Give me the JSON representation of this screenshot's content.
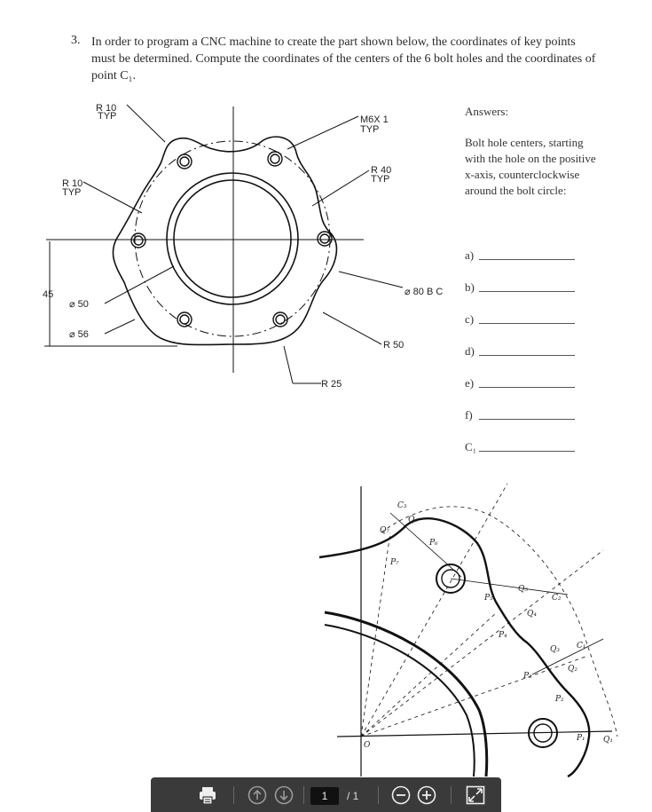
{
  "question": {
    "number": "3.",
    "text": "In order to program a CNC machine to create the part shown below, the coordinates of key points must be determined. Compute the coordinates of the centers of the 6 bolt holes and the coordinates of point C₁."
  },
  "answers": {
    "heading": "Answers:",
    "description": "Bolt hole centers, starting with the hole on the positive x-axis, counterclockwise around the bolt circle:",
    "items": [
      "a)",
      "b)",
      "c)",
      "d)",
      "e)",
      "f)",
      "C₁"
    ]
  },
  "drawing_labels": {
    "r10_top": "R 10",
    "typ1": "TYP",
    "r10_left": "R 10",
    "typ2": "TYP",
    "m6": "M6X 1",
    "typ3": "TYP",
    "r40": "R 40",
    "typ4": "TYP",
    "dim45": "45",
    "d50": "⌀ 50",
    "d56": "⌀ 56",
    "d80": "⌀ 80 B C",
    "r50": "R 50",
    "r25": "R 25"
  },
  "sketch_labels": {
    "c3": "C₃",
    "q6": "Q₆",
    "q7": "Q₇",
    "p6": "P₆",
    "p7": "P₇",
    "p5": "P₅",
    "q5": "Q₅",
    "c2": "C₂",
    "q4": "Q₄",
    "p4": "P₄",
    "q3": "Q₃",
    "c1": "C₁",
    "q2": "Q₂",
    "p3": "P₃",
    "p2": "P₂",
    "p1": "P₁",
    "q1": "Q₁",
    "o": "O"
  },
  "toolbar": {
    "page_current": "1",
    "page_total": "/ 1",
    "icons": [
      "print-icon",
      "arrow-up-icon",
      "arrow-down-icon",
      "zoom-out-icon",
      "zoom-in-icon",
      "fit-page-icon"
    ]
  }
}
